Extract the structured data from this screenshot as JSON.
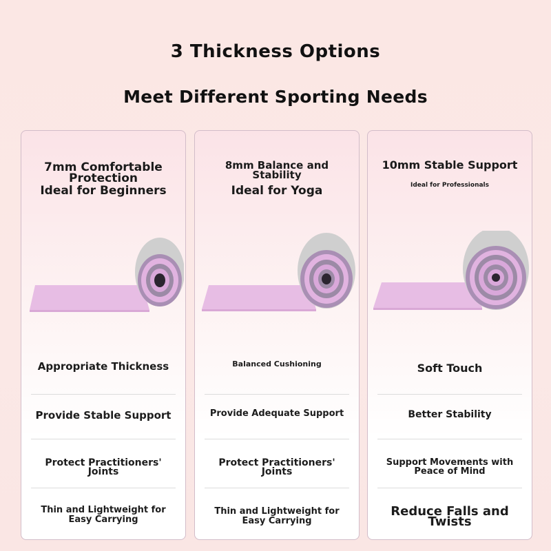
{
  "header": {
    "title": "3 Thickness Options",
    "subtitle": "Meet Different Sporting Needs"
  },
  "cards": [
    {
      "title": "7mm Comfortable Protection",
      "subtitle": "Ideal for Beginners",
      "features": [
        "Appropriate Thickness",
        "Provide Stable Support",
        "Protect Practitioners' Joints",
        "Thin and Lightweight for Easy Carrying"
      ]
    },
    {
      "title": "8mm Balance and Stability",
      "subtitle": "Ideal for Yoga",
      "features": [
        "Balanced Cushioning",
        "Provide Adequate Support",
        "Protect Practitioners' Joints",
        "Thin and Lightweight for Easy Carrying"
      ]
    },
    {
      "title": "10mm Stable Support",
      "subtitle": "Ideal for Professionals",
      "features": [
        "Soft Touch",
        "Better Stability",
        "Support Movements with Peace of Mind",
        "Reduce Falls and Twists"
      ]
    }
  ],
  "colors": {
    "background": "#fbe7e4",
    "mat_pink": "#e8b8e0",
    "mat_gray": "#c9c9c9",
    "card_border": "#d2bcc9"
  }
}
